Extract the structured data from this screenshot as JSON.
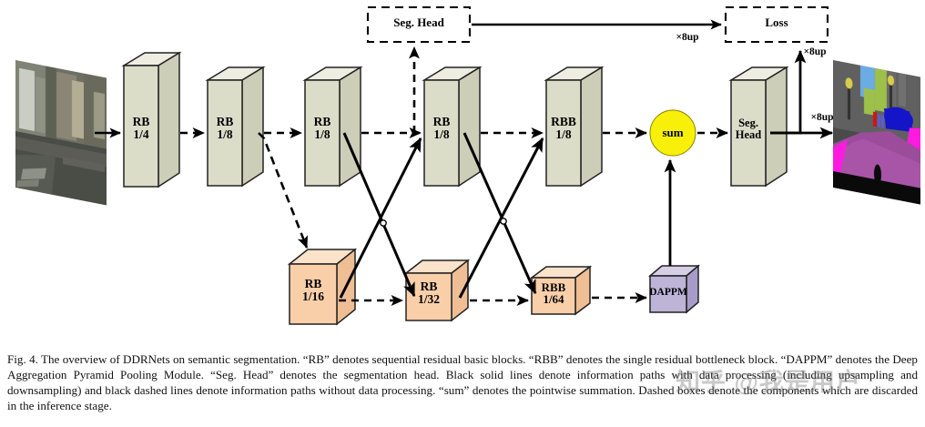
{
  "figure": {
    "title": "DDRNet semantic segmentation architecture overview",
    "colors": {
      "block_green": "#DCDDC9",
      "block_green_top": "#EDEDE2",
      "block_green_side": "#CDCEB8",
      "block_peach": "#F9CFA9",
      "block_peach_top": "#FBE2CB",
      "block_peach_side": "#EFBE94",
      "dappm_purple": "#BDB4D8",
      "dappm_purple_top": "#D5CFE6",
      "dappm_purple_side": "#A79CC9",
      "sum_yellow": "#F8F008",
      "stroke": "#222222",
      "arrow_black": "#000000"
    },
    "input_image": {
      "name": "input-street-photo",
      "alt": "Input RGB street scene photograph"
    },
    "output_image": {
      "name": "output-segmentation-map",
      "alt": "Output semantic segmentation color map"
    },
    "dashed_boxes": [
      {
        "id": "seg-head-aux",
        "label": "Seg. Head"
      },
      {
        "id": "loss",
        "label": "Loss"
      }
    ],
    "upsample_labels": [
      {
        "id": "up-loss-horizontal",
        "text": "×8up"
      },
      {
        "id": "up-loss-vertical",
        "text": "×8up"
      },
      {
        "id": "up-output",
        "text": "×8up"
      }
    ],
    "high_res_blocks": [
      {
        "id": "rb-1-4",
        "name": "RB",
        "scale": "1/4"
      },
      {
        "id": "rb-1-8-a",
        "name": "RB",
        "scale": "1/8"
      },
      {
        "id": "rb-1-8-b",
        "name": "RB",
        "scale": "1/8"
      },
      {
        "id": "rb-1-8-c",
        "name": "RB",
        "scale": "1/8"
      },
      {
        "id": "rbb-1-8",
        "name": "RBB",
        "scale": "1/8"
      }
    ],
    "low_res_blocks": [
      {
        "id": "rb-1-16",
        "name": "RB",
        "scale": "1/16"
      },
      {
        "id": "rb-1-32",
        "name": "RB",
        "scale": "1/32"
      },
      {
        "id": "rbb-1-64",
        "name": "RBB",
        "scale": "1/64"
      }
    ],
    "sum_node": {
      "id": "sum",
      "label": "sum"
    },
    "dappm_node": {
      "id": "dappm",
      "label": "DAPPM"
    },
    "seg_head_main": {
      "id": "seg-head-main",
      "label": "Seg.\nHead"
    }
  },
  "caption": {
    "figure_number": "Fig. 4.",
    "text": "The overview of DDRNets on semantic segmentation. “RB” denotes sequential residual basic blocks. “RBB” denotes the single residual bottleneck block. “DAPPM” denotes the Deep Aggregation Pyramid Pooling Module. “Seg. Head” denotes the segmentation head. Black solid lines denote information paths with data processing (including upsampling and downsampling) and black dashed lines denote information paths without data processing. “sum” denotes the pointwise summation. Dashed boxes denote the components which are discarded in the inference stage."
  },
  "watermark": {
    "text": "知乎 @我是用户"
  }
}
